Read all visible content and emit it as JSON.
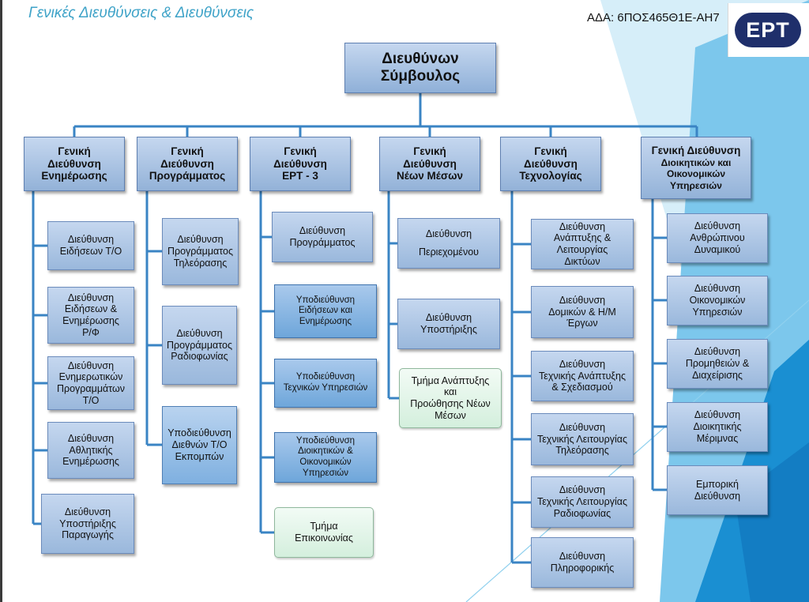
{
  "slide_title": "Γενικές Διευθύνσεις & Διευθύνσεις",
  "ada": "ΑΔΑ: 6ΠΟΣ465Θ1Ε-ΑΗ7",
  "logo_text": "ΕΡΤ",
  "ceo": [
    "Διευθύνων",
    "Σύμβουλος"
  ],
  "divisions": [
    {
      "head": [
        "Γενική",
        "Διεύθυνση",
        "Ενημέρωσης"
      ],
      "units": [
        {
          "lines": [
            "Διεύθυνση",
            "Ειδήσεων Τ/Ο"
          ],
          "kind": "directorate"
        },
        {
          "lines": [
            "Διεύθυνση",
            "Ειδήσεων &",
            "Ενημέρωσης",
            "Ρ/Φ"
          ],
          "kind": "directorate"
        },
        {
          "lines": [
            "Διεύθυνση",
            "Ενημερωτικών",
            "Προγραμμάτων",
            "Τ/Ο"
          ],
          "kind": "directorate"
        },
        {
          "lines": [
            "Διεύθυνση",
            "Αθλητικής",
            "Ενημέρωσης"
          ],
          "kind": "directorate"
        },
        {
          "lines": [
            "Διεύθυνση",
            "Υποστήριξης",
            "Παραγωγής"
          ],
          "kind": "directorate"
        }
      ]
    },
    {
      "head": [
        "Γενική",
        "Διεύθυνση",
        "Προγράμματος"
      ],
      "units": [
        {
          "lines": [
            "Διεύθυνση",
            "Προγράμματος",
            "Τηλεόρασης"
          ],
          "kind": "directorate"
        },
        {
          "lines": [
            "Διεύθυνση",
            "Προγράμματος",
            "Ραδιοφωνίας"
          ],
          "kind": "directorate"
        },
        {
          "lines": [
            "Υποδιεύθυνση",
            "Διεθνών Τ/Ο",
            "Εκπομπών"
          ],
          "kind": "subdirectorate"
        }
      ]
    },
    {
      "head": [
        "Γενική",
        "Διεύθυνση",
        "ΕΡΤ - 3"
      ],
      "units": [
        {
          "lines": [
            "Διεύθυνση",
            "Προγράμματος"
          ],
          "kind": "directorate"
        },
        {
          "lines": [
            "Υποδιεύθυνση",
            "Ειδήσεων και",
            "Ενημέρωσης"
          ],
          "kind": "subdirectorate"
        },
        {
          "lines": [
            "Υποδιεύθυνση",
            "Τεχνικών Υπηρεσιών"
          ],
          "kind": "subdirectorate"
        },
        {
          "lines": [
            "Υποδιεύθυνση",
            "Διοικητικών &",
            "Οικονομικών",
            "Υπηρεσιών"
          ],
          "kind": "subdirectorate"
        },
        {
          "lines": [
            "Τμήμα",
            "Επικοινωνίας"
          ],
          "kind": "department"
        }
      ]
    },
    {
      "head": [
        "Γενική",
        "Διεύθυνση",
        "Νέων Μέσων"
      ],
      "units": [
        {
          "lines": [
            "Διεύθυνση",
            "Περιεχομένου"
          ],
          "kind": "directorate"
        },
        {
          "lines": [
            "Διεύθυνση",
            "Υποστήριξης"
          ],
          "kind": "directorate"
        },
        {
          "lines": [
            "Τμήμα Ανάπτυξης",
            "και",
            "Προώθησης Νέων",
            "Μέσων"
          ],
          "kind": "department"
        }
      ]
    },
    {
      "head": [
        "Γενική",
        "Διεύθυνση",
        "Τεχνολογίας"
      ],
      "units": [
        {
          "lines": [
            "Διεύθυνση",
            "Ανάπτυξης &",
            "Λειτουργίας",
            "Δικτύων"
          ],
          "kind": "directorate"
        },
        {
          "lines": [
            "Διεύθυνση",
            "Δομικών & Η/Μ",
            "Έργων"
          ],
          "kind": "directorate"
        },
        {
          "lines": [
            "Διεύθυνση",
            "Τεχνικής Ανάπτυξης",
            "& Σχεδιασμού"
          ],
          "kind": "directorate"
        },
        {
          "lines": [
            "Διεύθυνση",
            "Τεχνικής Λειτουργίας",
            "Τηλεόρασης"
          ],
          "kind": "directorate"
        },
        {
          "lines": [
            "Διεύθυνση",
            "Τεχνικής Λειτουργίας",
            "Ραδιοφωνίας"
          ],
          "kind": "directorate"
        },
        {
          "lines": [
            "Διεύθυνση",
            "Πληροφορικής"
          ],
          "kind": "directorate"
        }
      ]
    },
    {
      "head": [
        "Γενική Διεύθυνση",
        "Διοικητικών και",
        "Οικονομικών",
        "Υπηρεσιών"
      ],
      "units": [
        {
          "lines": [
            "Διεύθυνση",
            "Ανθρώπινου",
            "Δυναμικού"
          ],
          "kind": "directorate"
        },
        {
          "lines": [
            "Διεύθυνση",
            "Οικονομικών",
            "Υπηρεσιών"
          ],
          "kind": "directorate"
        },
        {
          "lines": [
            "Διεύθυνση",
            "Προμηθειών &",
            "Διαχείρισης"
          ],
          "kind": "directorate"
        },
        {
          "lines": [
            "Διεύθυνση",
            "Διοικητικής",
            "Μέριμνας"
          ],
          "kind": "directorate"
        },
        {
          "lines": [
            "Εμπορική",
            "Διεύθυνση"
          ],
          "kind": "directorate"
        }
      ]
    }
  ]
}
